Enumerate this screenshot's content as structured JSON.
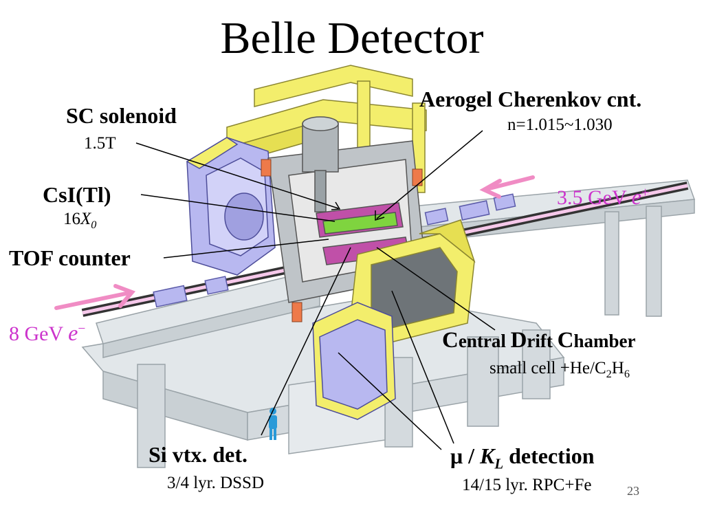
{
  "title": "Belle Detector",
  "labels": {
    "sc_solenoid": "SC solenoid",
    "sc_field": "1.5T",
    "csi": "CsI(Tl)",
    "csi_len_num": "16",
    "csi_len_x": "X",
    "csi_len_sub": "0",
    "tof": "TOF counter",
    "aerogel": "Aerogel Cherenkov cnt.",
    "aerogel_n": "n=1.015~1.030",
    "cdc_C1": "C",
    "cdc_1": "entral ",
    "cdc_D": "D",
    "cdc_2": "rift ",
    "cdc_C2": "C",
    "cdc_3": "hamber",
    "cdc_gas_pre": "small cell +He/C",
    "cdc_gas_sub1": "2",
    "cdc_gas_mid": "H",
    "cdc_gas_sub2": "6",
    "svd": "Si vtx. det.",
    "svd_detail": "3/4 lyr. DSSD",
    "klm_mu": "μ / ",
    "klm_k": "K",
    "klm_ksub": "L",
    "klm_rest": " detection",
    "klm_detail": "14/15 lyr. RPC+Fe",
    "page_number": "23"
  },
  "beams": {
    "positron_energy": "3.5 GeV ",
    "positron_particle": "e",
    "positron_charge": "+",
    "electron_energy": "8 GeV ",
    "electron_particle": "e",
    "electron_charge": "−"
  },
  "colors": {
    "yellow": "#f3ee6c",
    "lavender": "#b8b8f0",
    "beam": "#cc33cc",
    "arrow": "#f08cc4",
    "frame": "#dfe4e6",
    "orange": "#ee7a4a",
    "green": "#7fd43f"
  }
}
